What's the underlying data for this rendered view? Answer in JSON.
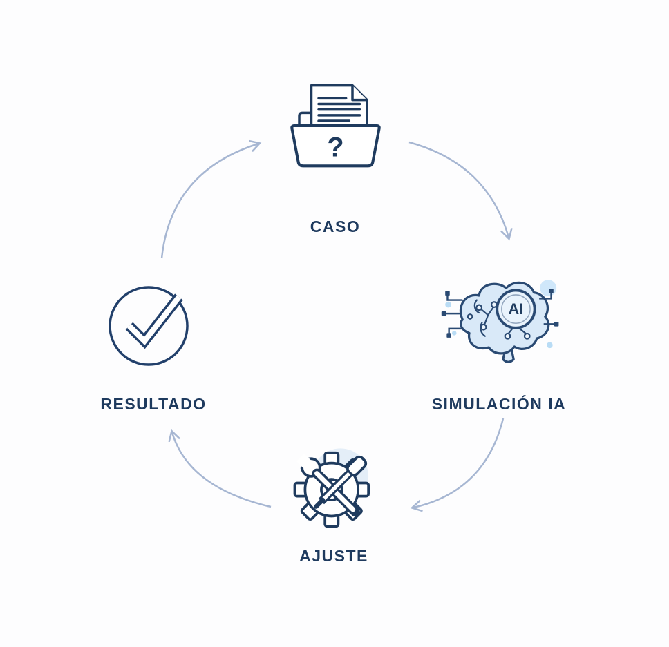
{
  "diagram": {
    "cycle_direction": "clockwise",
    "stages": [
      {
        "id": "caso",
        "label": "CASO",
        "icon": "case-file-folder-icon",
        "badge": "?"
      },
      {
        "id": "simulacion-ia",
        "label": "SIMULACIÓN IA",
        "icon": "ai-brain-icon",
        "badge": "AI"
      },
      {
        "id": "ajuste",
        "label": "AJUSTE",
        "icon": "gear-tools-icon"
      },
      {
        "id": "resultado",
        "label": "RESULTADO",
        "icon": "check-circle-icon"
      }
    ]
  },
  "colors": {
    "icon_stroke": "#1f3b5e",
    "label_text": "#1e3a5e",
    "arrow": "#a6b6d2",
    "brain_fill": "#d9e9f8",
    "chip_fill": "#e9f3fc",
    "background": "#fdfdfe"
  }
}
